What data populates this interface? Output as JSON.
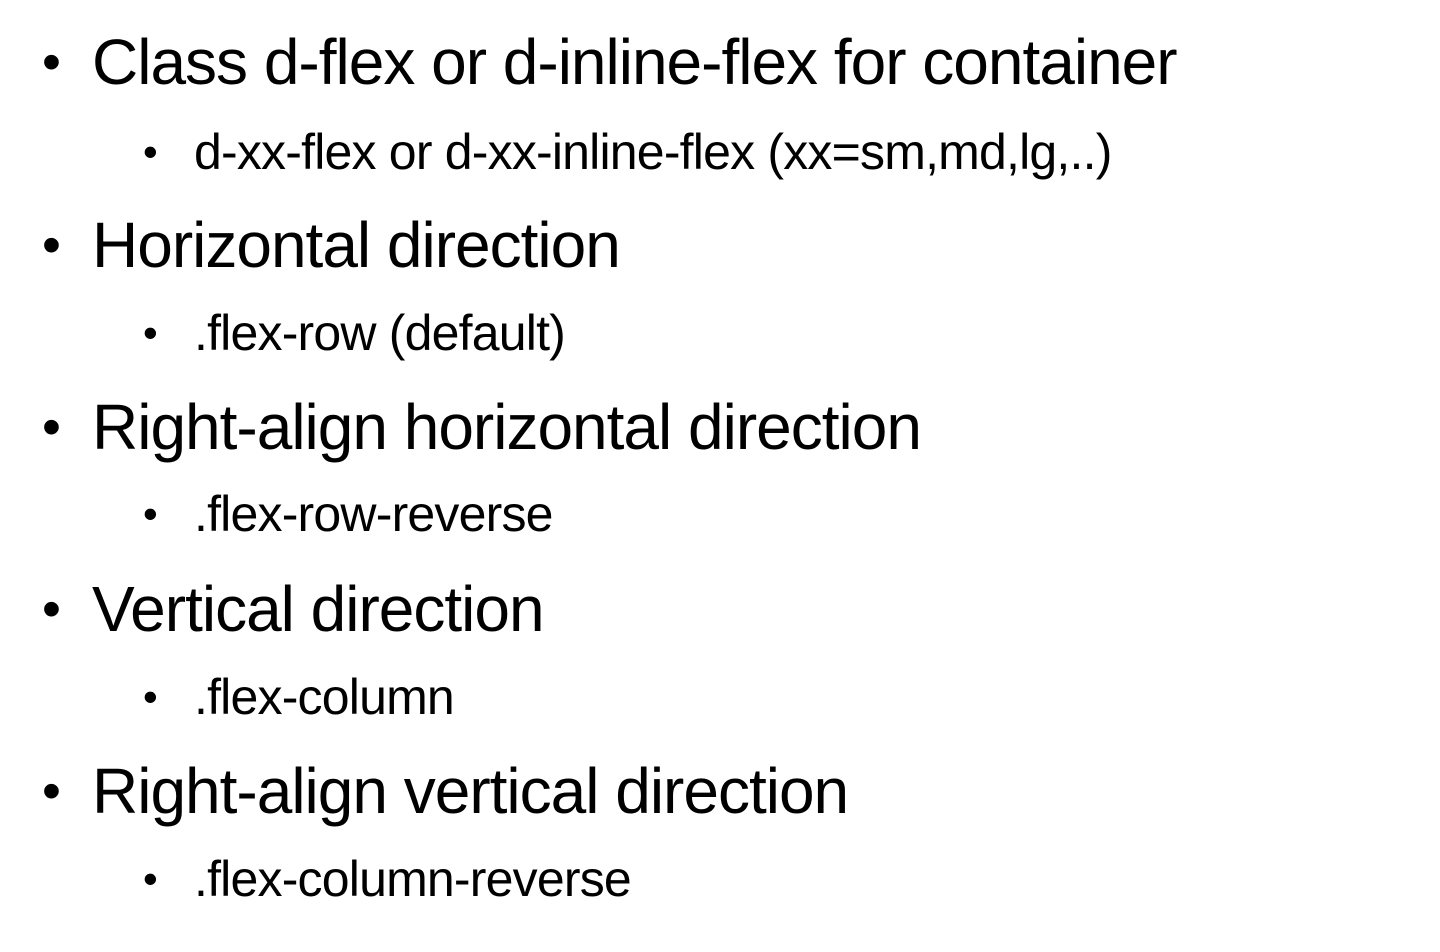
{
  "bullet_glyph": "•",
  "items": [
    {
      "level": 1,
      "text": "Class d-flex or d-inline-flex for container"
    },
    {
      "level": 2,
      "text": "d-xx-flex or d-xx-inline-flex (xx=sm,md,lg,..)"
    },
    {
      "level": 1,
      "text": "Horizontal direction"
    },
    {
      "level": 2,
      "text": ".flex-row (default)"
    },
    {
      "level": 1,
      "text": "Right-align horizontal direction"
    },
    {
      "level": 2,
      "text": ".flex-row-reverse"
    },
    {
      "level": 1,
      "text": "Vertical direction"
    },
    {
      "level": 2,
      "text": ".flex-column"
    },
    {
      "level": 1,
      "text": "Right-align vertical direction"
    },
    {
      "level": 2,
      "text": ".flex-column-reverse"
    }
  ]
}
